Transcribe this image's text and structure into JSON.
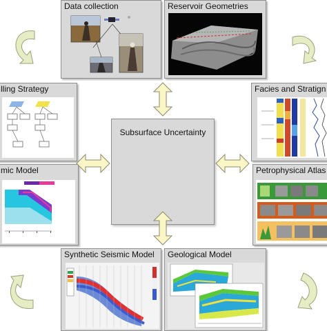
{
  "center": {
    "title": "Subsurface Uncertainty"
  },
  "panels": {
    "data_collection": {
      "title": "Data collection"
    },
    "reservoir_geometries": {
      "title": "Reservoir Geometries"
    },
    "drilling_strategy": {
      "title": "lling Strategy"
    },
    "facies": {
      "title": "Facies and Stratign"
    },
    "seismic_model": {
      "title": "mic Model"
    },
    "petrophysical_atlas": {
      "title": "Petrophysical Atlas"
    },
    "synthetic_seismic": {
      "title": "Synthetic Seismic Model"
    },
    "geological_model": {
      "title": "Geological Model"
    }
  },
  "colors": {
    "arrow_fill": "#fbf6c6",
    "arrow_stroke": "#8c8a70",
    "panel_bg": "#d9d9d9",
    "cycle_arrow": "#e6ecc4"
  },
  "icons": {
    "cycle_top_left": "cycle-arrow-icon",
    "cycle_top_right": "cycle-arrow-icon",
    "cycle_bottom_left": "cycle-arrow-icon",
    "cycle_bottom_right": "cycle-arrow-icon"
  }
}
